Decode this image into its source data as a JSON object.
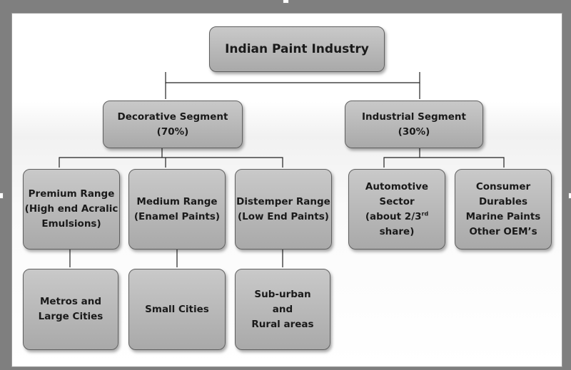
{
  "diagram": {
    "root": {
      "label": "Indian Paint Industry"
    },
    "segments": [
      {
        "id": "decorative",
        "label": "Decorative Segment\n(70%)"
      },
      {
        "id": "industrial",
        "label": "Industrial Segment\n(30%)"
      }
    ],
    "decorative_ranges": [
      {
        "id": "premium",
        "label": "Premium Range\n(High end Acralic\nEmulsions)"
      },
      {
        "id": "medium",
        "label": "Medium Range\n(Enamel Paints)"
      },
      {
        "id": "distemper",
        "label": "Distemper Range\n(Low End Paints)"
      }
    ],
    "markets": [
      {
        "id": "metros",
        "label": "Metros and\nLarge Cities"
      },
      {
        "id": "small",
        "label": "Small Cities"
      },
      {
        "id": "suburban",
        "label": "Sub-urban\nand\nRural areas"
      }
    ],
    "industrial_sectors": [
      {
        "id": "automotive",
        "label_pre": "Automotive\nSector\n(about 2/3",
        "label_sup": "rd",
        "label_post": "\nshare)"
      },
      {
        "id": "consumer",
        "label": "Consumer\nDurables\nMarine Paints\nOther OEM’s"
      }
    ]
  }
}
